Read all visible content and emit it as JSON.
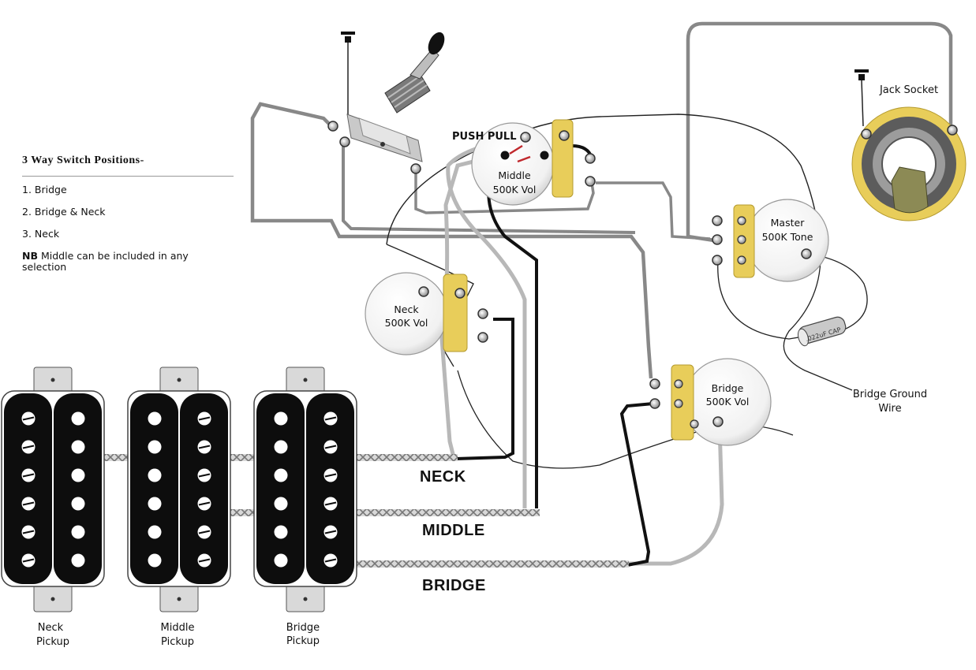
{
  "legend": {
    "title": "3 Way Switch Positions-",
    "items": [
      "1. Bridge",
      "2. Bridge & Neck",
      "3. Neck"
    ],
    "note_bold": "NB",
    "note_text": " Middle can be included in any selection"
  },
  "pots": {
    "middle": {
      "line1": "Middle",
      "line2": "500K Vol",
      "switch_label": "PUSH PULL"
    },
    "neck": {
      "line1": "Neck",
      "line2": "500K Vol"
    },
    "master": {
      "line1": "Master",
      "line2": "500K Tone"
    },
    "bridge": {
      "line1": "Bridge",
      "line2": "500K Vol"
    }
  },
  "jack": {
    "label": "Jack Socket"
  },
  "capacitor": {
    "label": ".022uF CAP"
  },
  "ground_wire": {
    "line1": "Bridge Ground",
    "line2": "Wire"
  },
  "wire_labels": {
    "neck": "NECK",
    "middle": "MIDDLE",
    "bridge": "BRIDGE"
  },
  "pickups": {
    "neck": {
      "line1": "Neck",
      "line2": "Pickup"
    },
    "middle": {
      "line1": "Middle",
      "line2": "Pickup"
    },
    "bridge": {
      "line1": "Bridge",
      "line2": "Pickup"
    }
  },
  "colors": {
    "pot_tab": "#e8cd5a",
    "jack_ring": "#e8cd5a",
    "pickup_body": "#0d0d0d",
    "grey_wire": "#b8b8b8",
    "braided_wire": "#9a9a9a"
  }
}
